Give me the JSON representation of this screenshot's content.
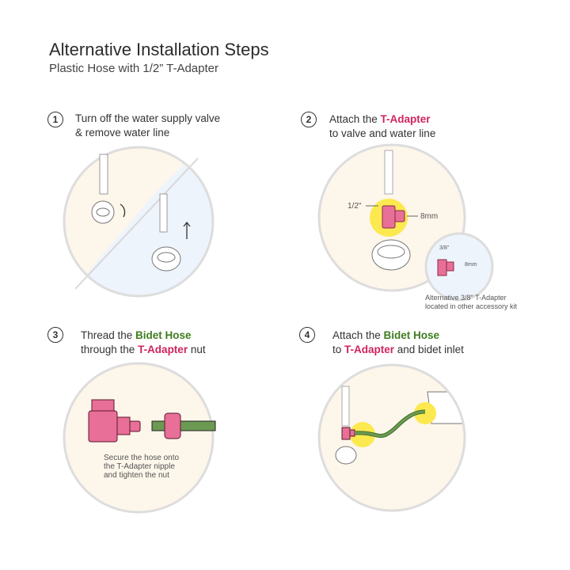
{
  "header": {
    "title": "Alternative Installation Steps",
    "subtitle": "Plastic Hose with 1/2” T-Adapter"
  },
  "steps": [
    {
      "number": "1",
      "line1": "Turn off the water supply valve",
      "line2": "& remove water line"
    },
    {
      "number": "2",
      "pre": "Attach the ",
      "highlight": "T-Adapter",
      "line2": "to valve and water line",
      "label_half": "1/2\"",
      "label_8mm": "8mm",
      "inset_label_38": "3/8\"",
      "inset_label_8mm": "8mm",
      "inset_caption1": "Alternative 3/8\" T-Adapter",
      "inset_caption2": "located in other accessory kit"
    },
    {
      "number": "3",
      "pre": "Thread the ",
      "highlight_green": "Bidet Hose",
      "line2_pre": "through the ",
      "highlight": "T-Adapter",
      "line2_post": " nut",
      "caption1": "Secure the hose onto",
      "caption2": "the T-Adapter nipple",
      "caption3": "and tighten the nut"
    },
    {
      "number": "4",
      "pre": "Attach the ",
      "highlight_green": "Bidet Hose",
      "line2_pre": "to ",
      "highlight": "T-Adapter",
      "line2_post": " and bidet inlet"
    }
  ],
  "colors": {
    "pink": "#d0245e",
    "green": "#3e7d1f",
    "cream": "#fdf6ea",
    "blue": "#eef4fc",
    "yellow": "#fbe94f"
  }
}
